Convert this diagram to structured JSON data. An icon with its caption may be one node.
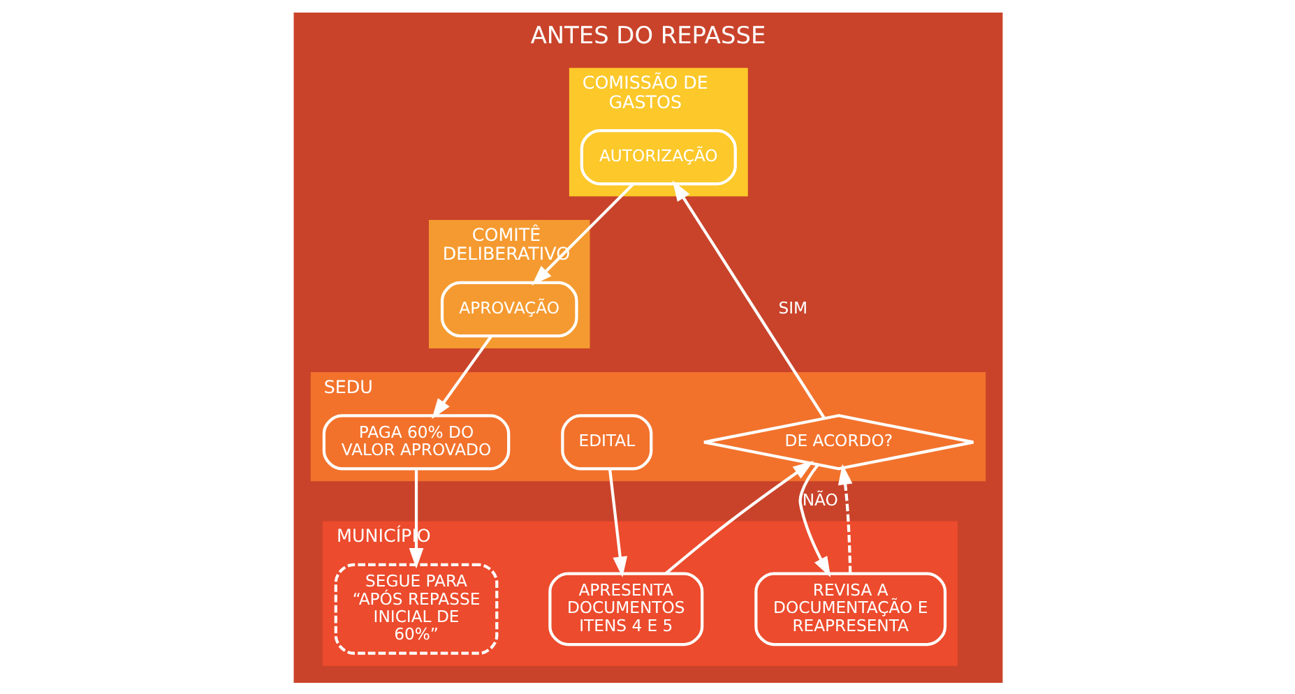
{
  "diagram": {
    "title": "ANTES DO REPASSE",
    "nodes": [
      {
        "text": [
          "COMISSÃO DE GASTOS"
        ]
      },
      {
        "text": [
          "AUTORIZAÇÃO"
        ],
        "in": 0
      },
      {
        "text": [
          "COMITÊ DELIBERATIVO"
        ]
      },
      {
        "text": [
          "APROVAÇÃO"
        ],
        "in": 2
      },
      {
        "text": [
          "SEDU"
        ]
      },
      {
        "text": [
          "EDITAL"
        ],
        "in": 4
      },
      {
        "text": [
          "DE ACORDO?"
        ],
        "in": 4
      },
      {
        "text": [
          "PAGA 60% DO VALOR APROVADO"
        ],
        "in": 4
      },
      {
        "text": [
          "MUNICÍPIO"
        ]
      },
      {
        "text": [
          "APRESENTA DOCUMENTOS ITENS 4 E 5"
        ],
        "in": 8
      },
      {
        "text": [
          "REVISA A DOCUMENTAÇÃO E REAPRESENTA"
        ],
        "in": 8
      },
      {
        "text": [
          "SEGUE PARA “APÓS REPASSE INICIAL DE 60%”"
        ],
        "in": 8
      }
    ],
    "edges": [
      {
        "from": 5,
        "to": 9,
        "arrow": "to"
      },
      {
        "from": 9,
        "to": 6,
        "arrow": "to"
      },
      {
        "from": 6,
        "to": 1,
        "arrow": "to",
        "label": "SIM"
      },
      {
        "from": 1,
        "to": 3,
        "arrow": "to"
      },
      {
        "from": 3,
        "to": 7,
        "arrow": "to"
      },
      {
        "from": 7,
        "to": 11,
        "arrow": "to"
      },
      {
        "from": 6,
        "to": 10,
        "arrow": "to",
        "label": "NÃO"
      },
      {
        "from": 10,
        "to": 6,
        "arrow": "to",
        "style": "dashed"
      }
    ]
  }
}
